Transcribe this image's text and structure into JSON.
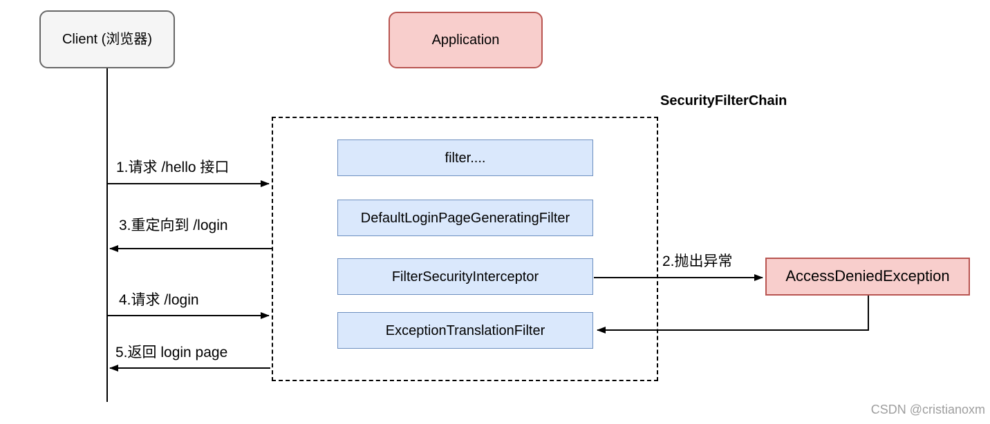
{
  "diagram": {
    "nodes": {
      "client": {
        "label": "Client (浏览器)"
      },
      "application": {
        "label": "Application"
      },
      "security_filter_chain": {
        "label": "SecurityFilterChain"
      },
      "filters": [
        {
          "label": "filter...."
        },
        {
          "label": "DefaultLoginPageGeneratingFilter"
        },
        {
          "label": "FilterSecurityInterceptor"
        },
        {
          "label": "ExceptionTranslationFilter"
        }
      ],
      "access_denied": {
        "label": "AccessDeniedException"
      }
    },
    "messages": {
      "step1": {
        "label": "1.请求 /hello 接口"
      },
      "step2": {
        "label": "2.抛出异常"
      },
      "step3": {
        "label": "3.重定向到 /login"
      },
      "step4": {
        "label": "4.请求 /login"
      },
      "step5": {
        "label": "5.返回 login page"
      }
    },
    "colors": {
      "client_fill": "#f5f5f5",
      "client_border": "#666666",
      "red_fill": "#f8cecc",
      "red_border": "#b85450",
      "blue_fill": "#dae8fc",
      "blue_border": "#6c8ebf",
      "line": "#000000"
    }
  },
  "watermark": {
    "text": "CSDN @cristianoxm"
  }
}
